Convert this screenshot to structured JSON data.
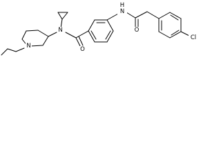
{
  "molecule": {
    "atom_labels": {
      "n_ring": "N",
      "n_amide": "N",
      "o_amide": "O",
      "nh": "H\nN",
      "nh_n": "N",
      "nh_h": "H",
      "o_acetyl": "O",
      "cl": "Cl"
    }
  }
}
